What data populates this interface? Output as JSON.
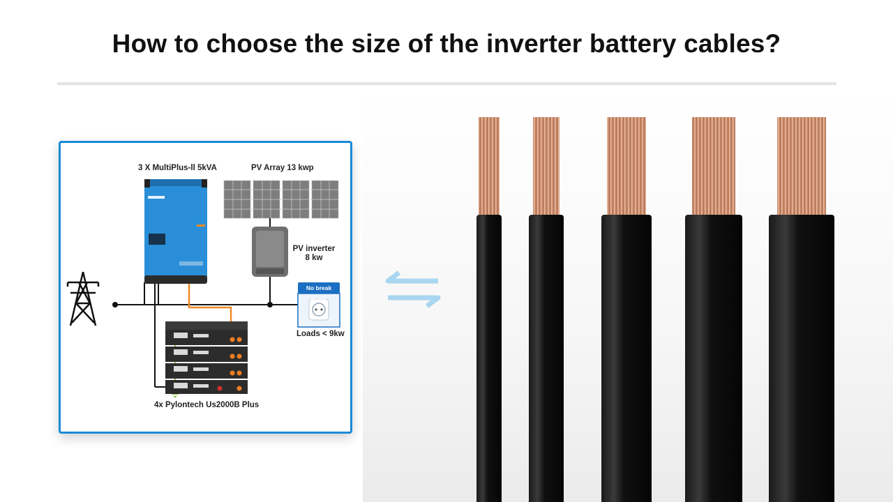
{
  "header": {
    "title": "How to choose the size of the inverter battery cables?"
  },
  "diagram": {
    "inverter_label": "3 X MultiPlus-ll 5kVA",
    "pv_array_label": "PV Array 13 kwp",
    "pv_inverter_label": "PV inverter",
    "pv_inverter_power": "8 kw",
    "no_break_label": "No break loads",
    "loads_label": "Loads < 9kw",
    "battery_label": "4x Pylontech Us2000B Plus"
  },
  "icons": [
    "power-tower-icon",
    "swap-arrows-icon",
    "socket-icon",
    "ground-icon"
  ],
  "colors": {
    "accent_blue": "#1a8ad6",
    "inverter_blue": "#2a8fd8",
    "copper": "#c98d6e",
    "cable_black": "#0d0d0d",
    "battery_wire": "#f08a24"
  }
}
